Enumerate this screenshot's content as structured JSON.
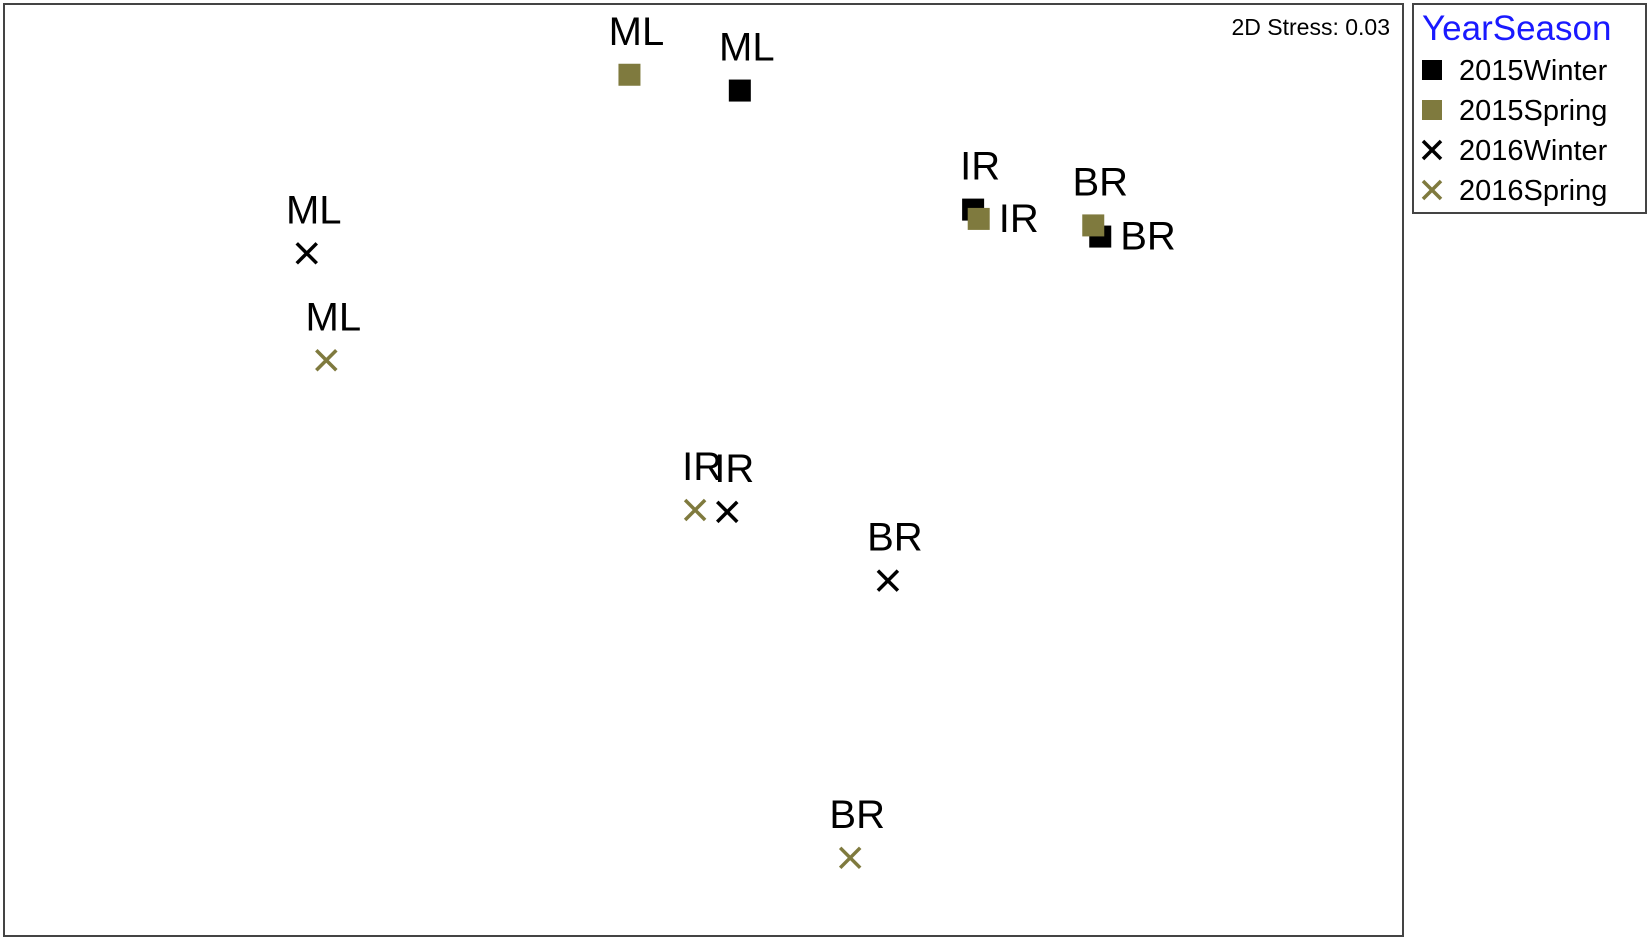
{
  "chart_data": {
    "type": "scatter",
    "title": "",
    "xlabel": "",
    "ylabel": "",
    "xlim": [
      0,
      100
    ],
    "ylim": [
      0,
      100
    ],
    "grid": false,
    "legend_position": "outside-top-right",
    "stress_label": "2D Stress: 0.03",
    "legend": {
      "title": "YearSeason",
      "title_color": "#1a1aff",
      "entries": [
        {
          "name": "2015Winter",
          "marker": "square",
          "color": "#000000"
        },
        {
          "name": "2015Spring",
          "marker": "square",
          "color": "#7f7a3e"
        },
        {
          "name": "2016Winter",
          "marker": "x",
          "color": "#000000"
        },
        {
          "name": "2016Spring",
          "marker": "x",
          "color": "#7f7a3e"
        }
      ]
    },
    "series": [
      {
        "name": "2015Winter",
        "marker": "square",
        "color": "#000000",
        "points": [
          {
            "x": 52.6,
            "y": 90.8,
            "label": "ML",
            "label_pos": "above"
          },
          {
            "x": 69.3,
            "y": 78.0,
            "label": "IR",
            "label_pos": "above"
          },
          {
            "x": 78.4,
            "y": 75.1,
            "label": "BR",
            "label_pos": "right"
          }
        ]
      },
      {
        "name": "2015Spring",
        "marker": "square",
        "color": "#7f7a3e",
        "points": [
          {
            "x": 44.7,
            "y": 92.5,
            "label": "ML",
            "label_pos": "above"
          },
          {
            "x": 69.7,
            "y": 77.0,
            "label": "IR",
            "label_pos": "right"
          },
          {
            "x": 77.9,
            "y": 76.3,
            "label": "BR",
            "label_pos": "above"
          }
        ]
      },
      {
        "name": "2016Winter",
        "marker": "x",
        "color": "#000000",
        "points": [
          {
            "x": 21.6,
            "y": 73.3,
            "label": "ML",
            "label_pos": "above"
          },
          {
            "x": 51.7,
            "y": 45.5,
            "label": "IR",
            "label_pos": "above"
          },
          {
            "x": 63.2,
            "y": 38.1,
            "label": "BR",
            "label_pos": "above"
          }
        ]
      },
      {
        "name": "2016Spring",
        "marker": "x",
        "color": "#7f7a3e",
        "points": [
          {
            "x": 23.0,
            "y": 61.8,
            "label": "ML",
            "label_pos": "above"
          },
          {
            "x": 49.4,
            "y": 45.7,
            "label": "IR",
            "label_pos": "above"
          },
          {
            "x": 60.5,
            "y": 8.3,
            "label": "BR",
            "label_pos": "above"
          }
        ]
      }
    ]
  }
}
